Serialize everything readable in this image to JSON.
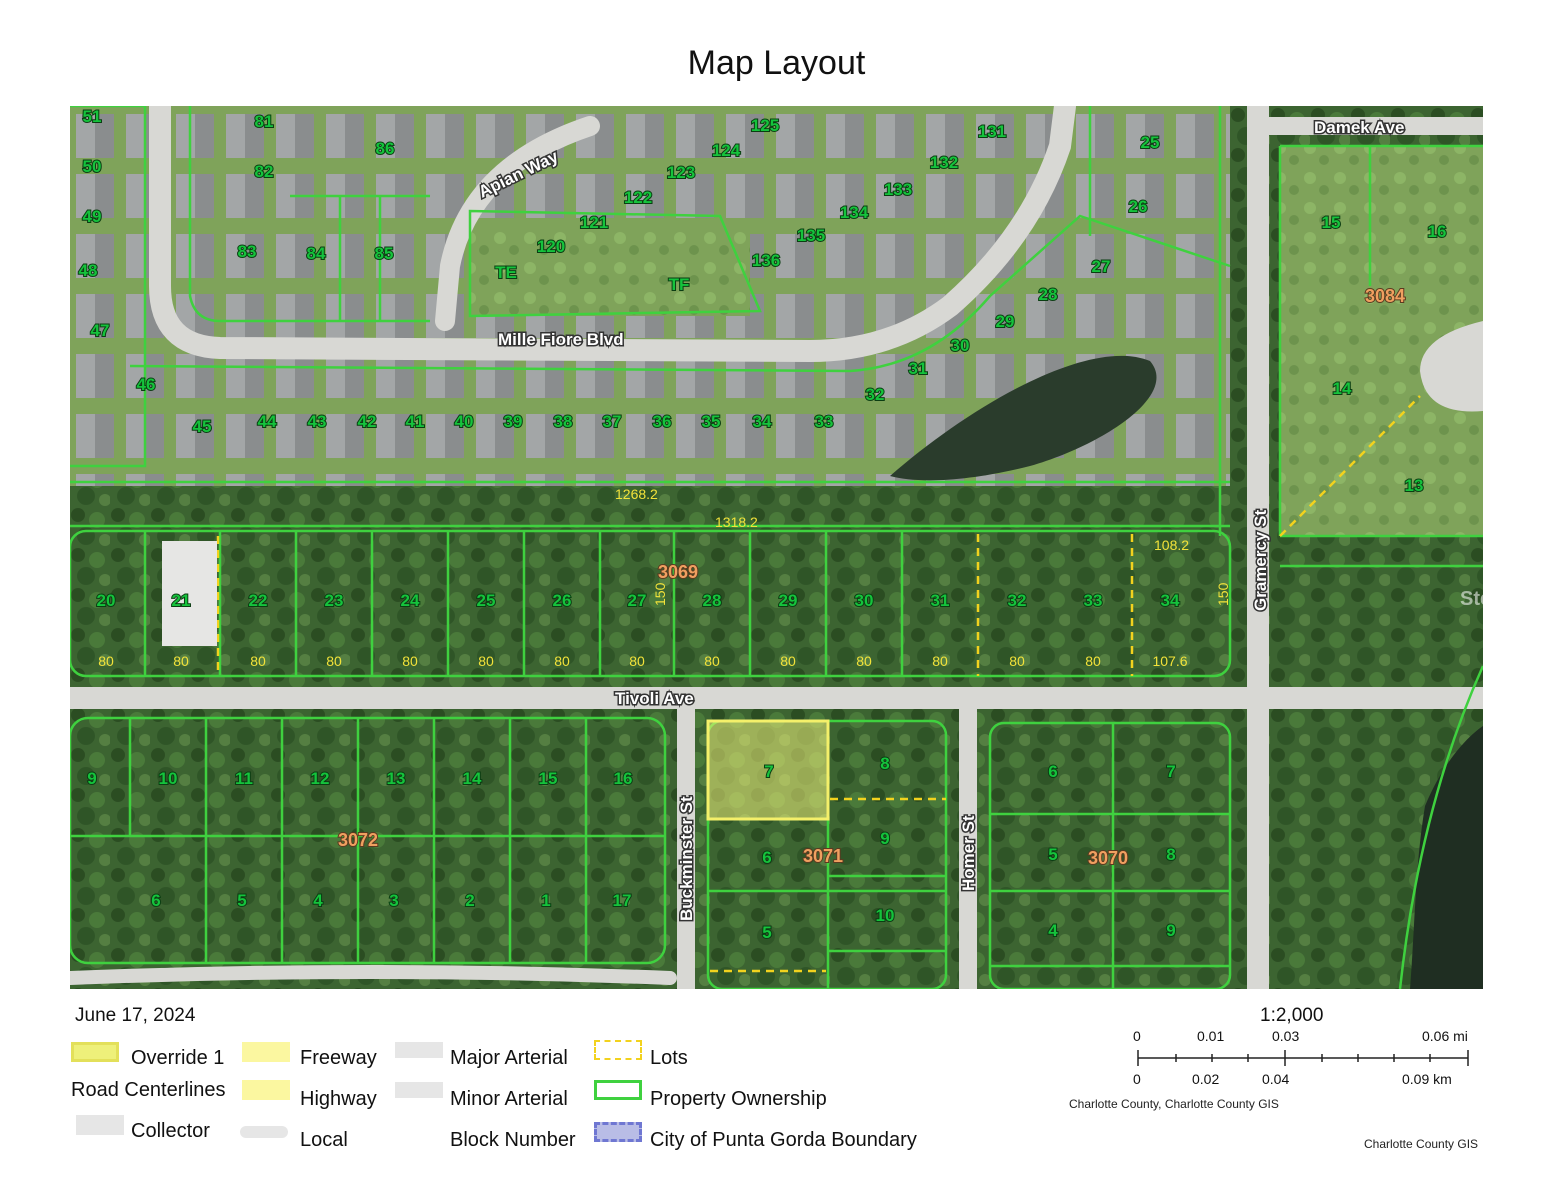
{
  "title": "Map Layout",
  "date": "June 17, 2024",
  "watermark": "StellarMLS",
  "streets": {
    "apian_way": "Apian Way",
    "mille_fiore": "Mille Fiore Blvd",
    "damek": "Damek Ave",
    "tivoli": "Tivoli Ave",
    "gramercy": "Gramercy St",
    "buckminster": "Buckminster St",
    "homer": "Homer St"
  },
  "blocks": [
    "3069",
    "3072",
    "3071",
    "3070",
    "3084"
  ],
  "lots": {
    "row_north": [
      "20",
      "21",
      "22",
      "23",
      "24",
      "25",
      "26",
      "27",
      "28",
      "29",
      "30",
      "31",
      "32",
      "33",
      "34"
    ],
    "row_north_dims": [
      "80",
      "80",
      "80",
      "80",
      "80",
      "80",
      "80",
      "80",
      "80",
      "80",
      "80",
      "80",
      "80",
      "80",
      "107.6"
    ],
    "dims_long": [
      "1268.2",
      "1318.2",
      "108.2",
      "150",
      "150"
    ],
    "block_3072_top": [
      "9",
      "10",
      "11",
      "12",
      "13",
      "14",
      "15",
      "16"
    ],
    "block_3072_bottom": [
      "6",
      "5",
      "4",
      "3",
      "2",
      "1",
      "17"
    ],
    "block_3071": [
      "7",
      "8",
      "6",
      "9",
      "5",
      "10"
    ],
    "block_3070": [
      "6",
      "7",
      "5",
      "8",
      "4",
      "9"
    ],
    "subdivision_north": [
      "51",
      "50",
      "49",
      "48",
      "47",
      "46",
      "45",
      "44",
      "43",
      "42",
      "41",
      "40",
      "39",
      "38",
      "37",
      "36",
      "35",
      "34",
      "33",
      "32",
      "31",
      "30",
      "29",
      "28",
      "27",
      "26",
      "25",
      "81",
      "82",
      "83",
      "84",
      "85",
      "86",
      "120",
      "121",
      "122",
      "123",
      "124",
      "125",
      "131",
      "132",
      "133",
      "134",
      "135",
      "136",
      "TE",
      "TF",
      "15",
      "16",
      "14",
      "13"
    ]
  },
  "legend": {
    "override": "Override 1",
    "road_centerlines": "Road Centerlines",
    "collector": "Collector",
    "freeway": "Freeway",
    "highway": "Highway",
    "local": "Local",
    "major_arterial": "Major Arterial",
    "minor_arterial": "Minor Arterial",
    "block_number": "Block Number",
    "lots": "Lots",
    "property_ownership": "Property Ownership",
    "city_boundary": "City of Punta Gorda Boundary"
  },
  "scale": {
    "ratio": "1:2,000",
    "mi_ticks": [
      "0",
      "0.01",
      "0.03",
      "0.06 mi"
    ],
    "km_ticks": [
      "0",
      "0.02",
      "0.04",
      "0.09 km"
    ]
  },
  "credits": {
    "line1": "Charlotte County, Charlotte County GIS",
    "line2": "Charlotte County GIS"
  },
  "colors": {
    "parcel_line": "#3fd13f",
    "lot_dash": "#f2d21e",
    "selected_fill": "#eef07a",
    "label_green": "#0f9e2e",
    "label_yellow": "#f2e23a",
    "block_label": "#f0a060",
    "vegetation": "#355d2c",
    "road": "#d8d8d4"
  }
}
